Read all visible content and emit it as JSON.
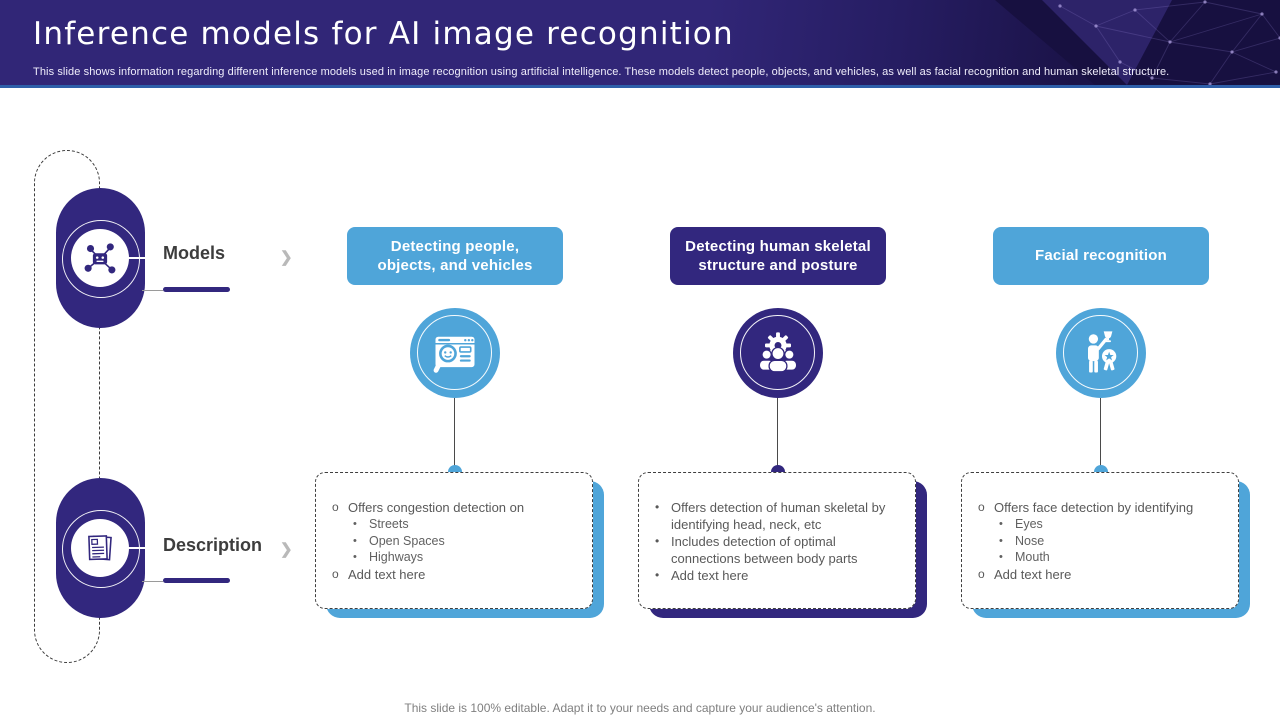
{
  "slide": {
    "title": "Inference models for AI image recognition",
    "subtitle": "This slide shows information regarding different inference models used in image recognition using artificial intelligence. These models detect people, objects, and vehicles, as well as facial recognition and human skeletal structure.",
    "footer": "This slide is 100% editable. Adapt it to your needs and capture your audience's attention."
  },
  "colors": {
    "indigo": "#32277E",
    "blue": "#4FA5D9",
    "header_purple": "#312677",
    "header_navy": "#171040",
    "header_underline": "#2E5FA9",
    "label_text": "#3D3D3D",
    "body_text": "#595959"
  },
  "ui": {
    "chevron_glyph": "❯"
  },
  "rows": [
    {
      "label": "Models",
      "icon": "ai-network-icon"
    },
    {
      "label": "Description",
      "icon": "document-icon"
    }
  ],
  "columns": [
    {
      "accent": "blue",
      "icon": "browser-search-icon",
      "header_lines": [
        "Detecting people,",
        "objects, and vehicles"
      ],
      "items": [
        {
          "bullet": "o",
          "text": "Offers congestion detection on"
        },
        {
          "bullet": "•",
          "text": "Streets"
        },
        {
          "bullet": "•",
          "text": "Open Spaces"
        },
        {
          "bullet": "•",
          "text": "Highways"
        },
        {
          "bullet": "o",
          "text": "Add text here"
        }
      ]
    },
    {
      "accent": "indigo",
      "icon": "team-gear-icon",
      "header_lines": [
        "Detecting human skeletal",
        "structure and posture"
      ],
      "items": [
        {
          "bullet": "•",
          "text": "Offers detection of human skeletal by identifying head, neck, etc"
        },
        {
          "bullet": "•",
          "text": "Includes detection of optimal connections between body parts"
        },
        {
          "bullet": "•",
          "text": "Add text here"
        }
      ]
    },
    {
      "accent": "blue",
      "icon": "achievement-icon",
      "header_lines": [
        "Facial recognition"
      ],
      "items": [
        {
          "bullet": "o",
          "text": "Offers face detection by identifying"
        },
        {
          "bullet": "•",
          "text": "Eyes"
        },
        {
          "bullet": "•",
          "text": "Nose"
        },
        {
          "bullet": "•",
          "text": "Mouth"
        },
        {
          "bullet": "o",
          "text": "Add text here"
        }
      ]
    }
  ]
}
